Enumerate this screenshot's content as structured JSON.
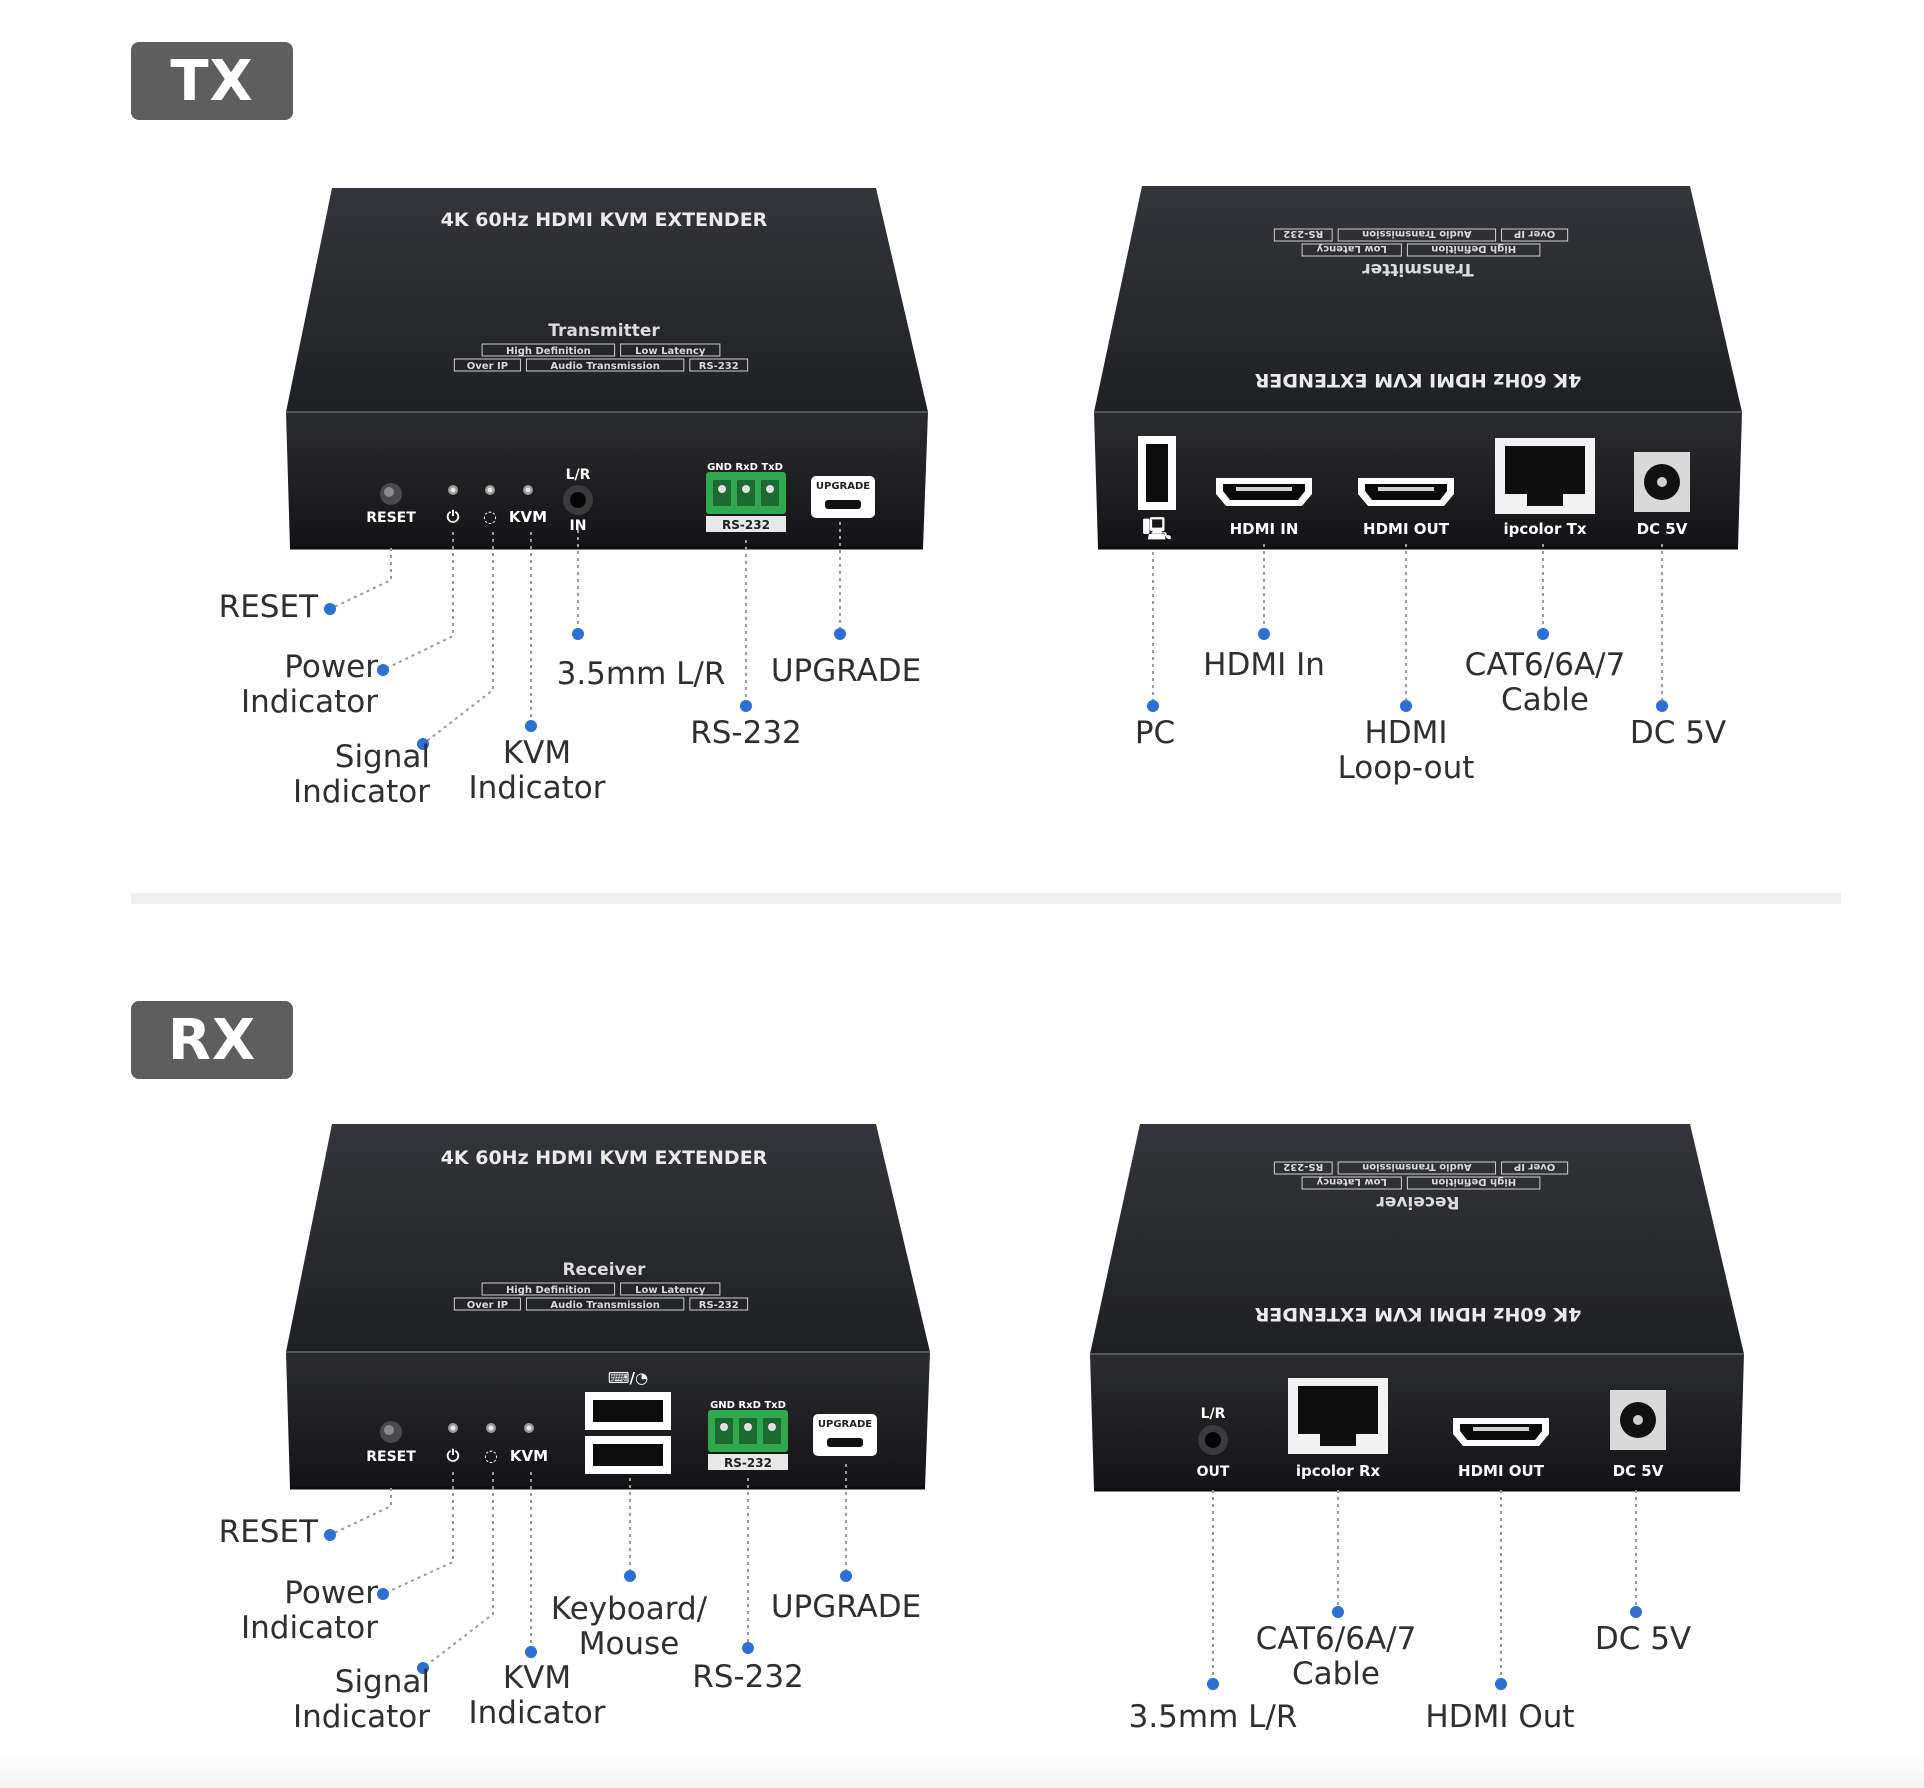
{
  "tx_section": {
    "badge": "TX",
    "front_device": {
      "top_title": "4K 60Hz HDMI KVM EXTENDER",
      "top_subtitle": "Transmitter",
      "top_tags_row1": [
        "High Definition",
        "Low Latency"
      ],
      "top_tags_row2": [
        "Over IP",
        "Audio Transmission",
        "RS-232"
      ],
      "panel_labels": {
        "reset": "RESET",
        "kvm": "KVM",
        "audio_top": "L/R",
        "audio_bottom": "IN",
        "rs232_pins": "GND RxD TxD",
        "rs232": "RS-232",
        "upgrade": "UPGRADE"
      },
      "callouts": {
        "reset": [
          "RESET"
        ],
        "power": [
          "Power",
          "Indicator"
        ],
        "signal": [
          "Signal",
          "Indicator"
        ],
        "kvm": [
          "KVM",
          "Indicator"
        ],
        "audio": [
          "3.5mm L/R"
        ],
        "rs232": [
          "RS-232"
        ],
        "upgrade": [
          "UPGRADE"
        ]
      }
    },
    "rear_device": {
      "top_title": "4K 60Hz HDMI KVM EXTENDER",
      "top_subtitle": "Transmitter",
      "top_tags_row1": [
        "High Definition",
        "Low Latency"
      ],
      "top_tags_row2": [
        "Over IP",
        "Audio Transmission",
        "RS-232"
      ],
      "panel_labels": {
        "hdmi_in": "HDMI IN",
        "hdmi_out": "HDMI OUT",
        "rj45": "ipcolor Tx",
        "dc": "DC 5V"
      },
      "callouts": {
        "pc": [
          "PC"
        ],
        "hdmi_in": [
          "HDMI In"
        ],
        "hdmi_loop": [
          "HDMI",
          "Loop-out"
        ],
        "cable": [
          "CAT6/6A/7",
          "Cable"
        ],
        "dc": [
          "DC 5V"
        ]
      }
    }
  },
  "rx_section": {
    "badge": "RX",
    "front_device": {
      "top_title": "4K 60Hz HDMI KVM EXTENDER",
      "top_subtitle": "Receiver",
      "top_tags_row1": [
        "High Definition",
        "Low Latency"
      ],
      "top_tags_row2": [
        "Over IP",
        "Audio Transmission",
        "RS-232"
      ],
      "panel_labels": {
        "reset": "RESET",
        "kvm": "KVM",
        "rs232_pins": "GND RxD TxD",
        "rs232": "RS-232",
        "upgrade": "UPGRADE"
      },
      "callouts": {
        "reset": [
          "RESET"
        ],
        "power": [
          "Power",
          "Indicator"
        ],
        "signal": [
          "Signal",
          "Indicator"
        ],
        "kvm": [
          "KVM",
          "Indicator"
        ],
        "usb": [
          "Keyboard/",
          "Mouse"
        ],
        "rs232": [
          "RS-232"
        ],
        "upgrade": [
          "UPGRADE"
        ]
      }
    },
    "rear_device": {
      "top_title": "4K 60Hz HDMI KVM EXTENDER",
      "top_subtitle": "Receiver",
      "top_tags_row1": [
        "High Definition",
        "Low Latency"
      ],
      "top_tags_row2": [
        "Over IP",
        "Audio Transmission",
        "RS-232"
      ],
      "panel_labels": {
        "audio_top": "L/R",
        "audio_bottom": "OUT",
        "rj45": "ipcolor Rx",
        "hdmi_out": "HDMI OUT",
        "dc": "DC 5V"
      },
      "callouts": {
        "audio": [
          "3.5mm L/R"
        ],
        "cable": [
          "CAT6/6A/7",
          "Cable"
        ],
        "hdmi_out": [
          "HDMI Out"
        ],
        "dc": [
          "DC 5V"
        ]
      }
    }
  },
  "colors": {
    "badge": "#5e5e5e",
    "device_top": "#2a2b2e",
    "device_front": "#1d1d1f",
    "terminal": "#2fa84f",
    "dot": "#2d6fd3",
    "leader": "#9a9a9a",
    "text": "#2f2f2f"
  }
}
